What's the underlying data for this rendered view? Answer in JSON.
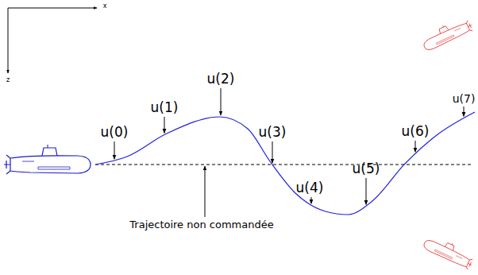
{
  "diagram": {
    "labels": [
      "x",
      "z",
      "u(0)",
      "u(1)",
      "u(2)",
      "u(3)",
      "u(4)",
      "u(5)",
      "u(6)",
      "u(7)",
      "Trajectoire non commandée"
    ]
  }
}
